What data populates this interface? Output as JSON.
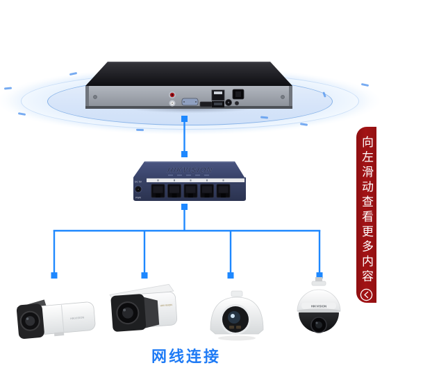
{
  "colors": {
    "accent_line_blue": "#1e88ff",
    "connection_label_blue": "#1f7bf5",
    "banner_red": "#9c1113",
    "switch_navy": "#39436a",
    "platform_blue": "#d7e5f9"
  },
  "banner": {
    "text": "向左滑动查看更多内容",
    "icon": "chevron-left-circle-icon"
  },
  "footer": {
    "connection_label": "网线连接"
  },
  "devices": {
    "switch": {
      "brand": "HIKVISION",
      "dc_label": "DC 5V",
      "pwr_label": "PWR",
      "port_count": 5
    },
    "cameras": [
      {
        "type": "bullet",
        "brand": "HIKVISION"
      },
      {
        "type": "bullet",
        "brand": "HIKVISION"
      },
      {
        "type": "turret",
        "brand": ""
      },
      {
        "type": "ptz-dome",
        "brand": "HIKVISION"
      }
    ]
  }
}
